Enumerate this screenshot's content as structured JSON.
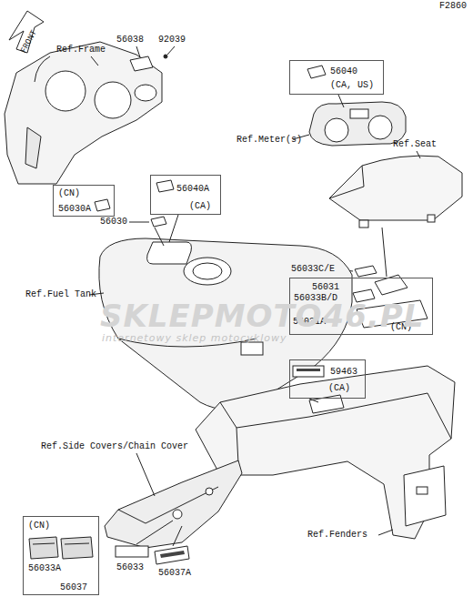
{
  "diagram": {
    "nodes": [
      {
        "text": [
          "56040",
          "(CA, US)"
        ]
      },
      {
        "text": [
          "(CN)",
          "56030A"
        ]
      },
      {
        "text": [
          "56040A",
          "(CA)"
        ]
      },
      {
        "text": [
          "56033B/D",
          "56031A",
          "(CN)"
        ]
      },
      {
        "text": [
          "59463",
          "(CA)"
        ]
      },
      {
        "text": [
          "(CN)",
          "56033A",
          "56037"
        ]
      }
    ],
    "labels": [
      "F2860",
      "FRONT",
      "Ref.Frame",
      "56038",
      "92039",
      "Ref.Meter(s)",
      "Ref.Seat",
      "56030",
      "56033C/E",
      "56031",
      "Ref.Fuel Tank",
      "SKLEPMOTO46.PL",
      "internetowy sklep motocyklowy",
      "Ref.Side Covers/Chain Cover",
      "56033",
      "56037A",
      "Ref.Fenders"
    ]
  }
}
